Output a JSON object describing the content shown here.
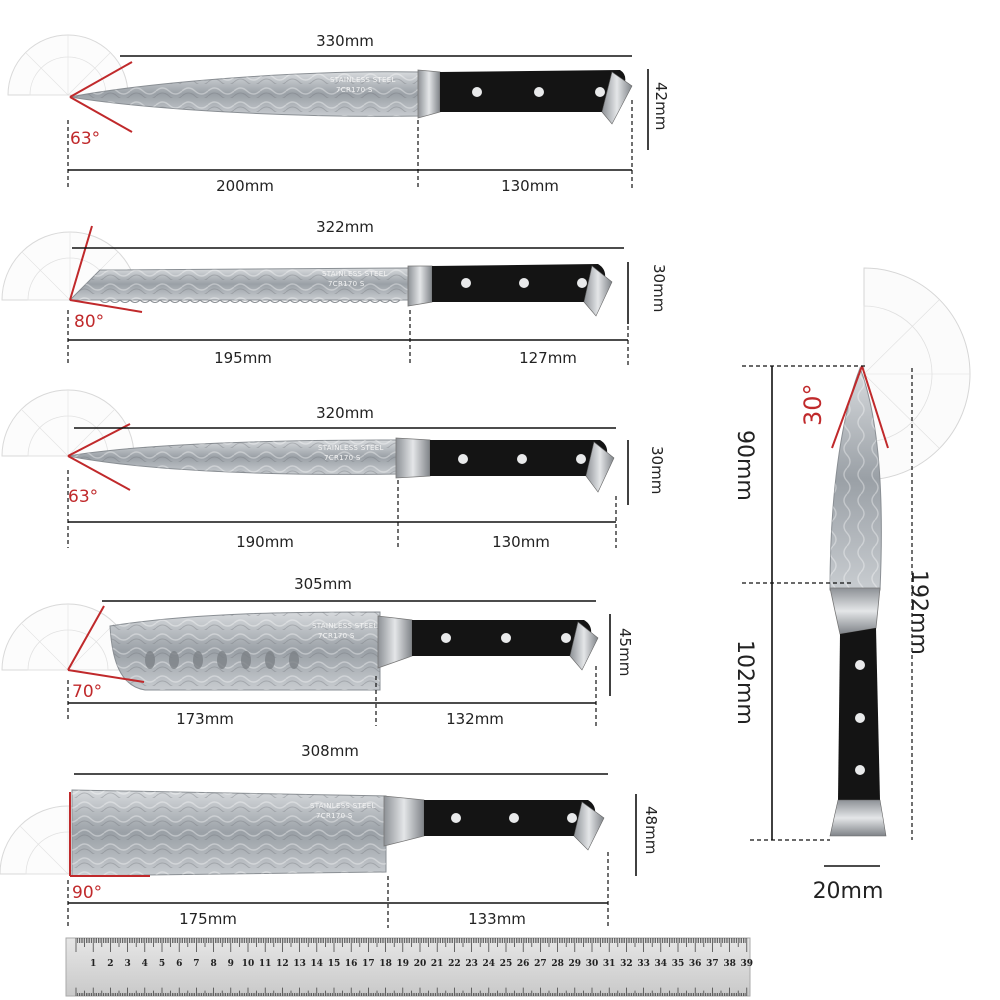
{
  "colors": {
    "angle": "#c0292b",
    "handle": "#111111",
    "blade": "#9ea3a8",
    "dim_line": "#111111"
  },
  "blade_text": {
    "line1": "STAINLESS STEEL",
    "line2": "7CR170 S"
  },
  "knives": [
    {
      "overall": "330mm",
      "blade": "200mm",
      "handle": "130mm",
      "height": "42mm",
      "angle": "63°"
    },
    {
      "overall": "322mm",
      "blade": "195mm",
      "handle": "127mm",
      "height": "30mm",
      "angle": "80°"
    },
    {
      "overall": "320mm",
      "blade": "190mm",
      "handle": "130mm",
      "height": "30mm",
      "angle": "63°"
    },
    {
      "overall": "305mm",
      "blade": "173mm",
      "handle": "132mm",
      "height": "45mm",
      "angle": "70°"
    },
    {
      "overall": "308mm",
      "blade": "175mm",
      "handle": "133mm",
      "height": "48mm",
      "angle": "90°"
    }
  ],
  "paring_knife": {
    "angle": "30°",
    "blade": "90mm",
    "handle": "102mm",
    "overall": "192mm",
    "width": "20mm"
  },
  "ruler": {
    "numbers": [
      "1",
      "2",
      "3",
      "4",
      "5",
      "6",
      "7",
      "8",
      "9",
      "10",
      "11",
      "12",
      "13",
      "14",
      "15",
      "16",
      "17",
      "18",
      "19",
      "20",
      "21",
      "22",
      "23",
      "24",
      "25",
      "26",
      "27",
      "28",
      "29",
      "30",
      "31",
      "32",
      "33",
      "34",
      "35",
      "36",
      "37",
      "38",
      "39",
      "30"
    ]
  }
}
